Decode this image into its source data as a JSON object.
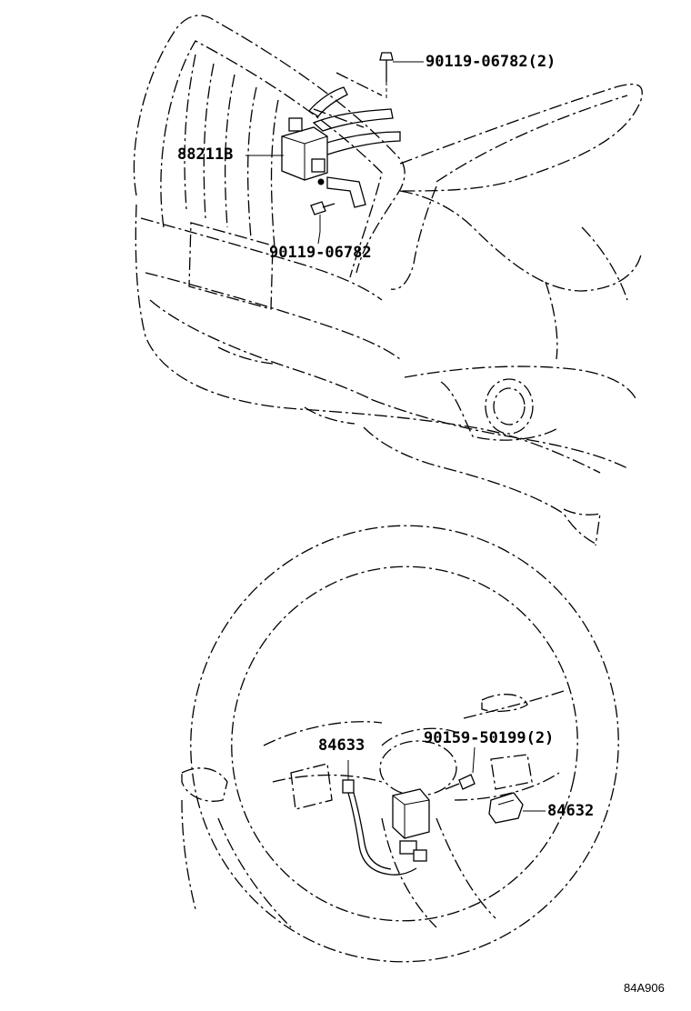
{
  "callouts": {
    "bolt_top": "90119-06782(2)",
    "sensor": "88211B",
    "bolt_lower": "90119-06782",
    "switch_left": "84633",
    "screw": "90159-50199(2)",
    "switch_right": "84632"
  },
  "figure_code": "84A906"
}
